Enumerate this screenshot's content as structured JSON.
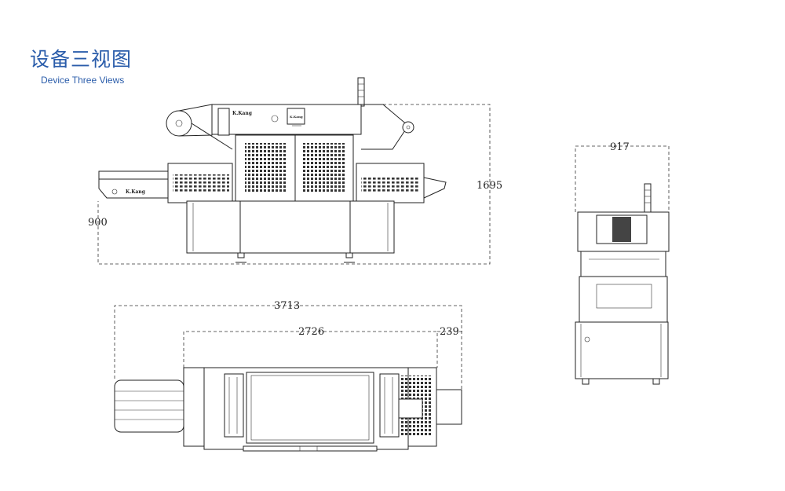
{
  "header": {
    "title_zh": "设备三视图",
    "title_en": "Device Three Views"
  },
  "dimensions": {
    "height_total": "1695",
    "height_table": "900",
    "width_side": "917",
    "length_total": "3713",
    "length_body": "2726",
    "length_ext": "239"
  },
  "labels": {
    "brand_left": "K.Kang",
    "brand_top": "K.Kang",
    "brand_panel": "K.Kang"
  },
  "colors": {
    "title": "#2a5caa",
    "line": "#222222"
  }
}
